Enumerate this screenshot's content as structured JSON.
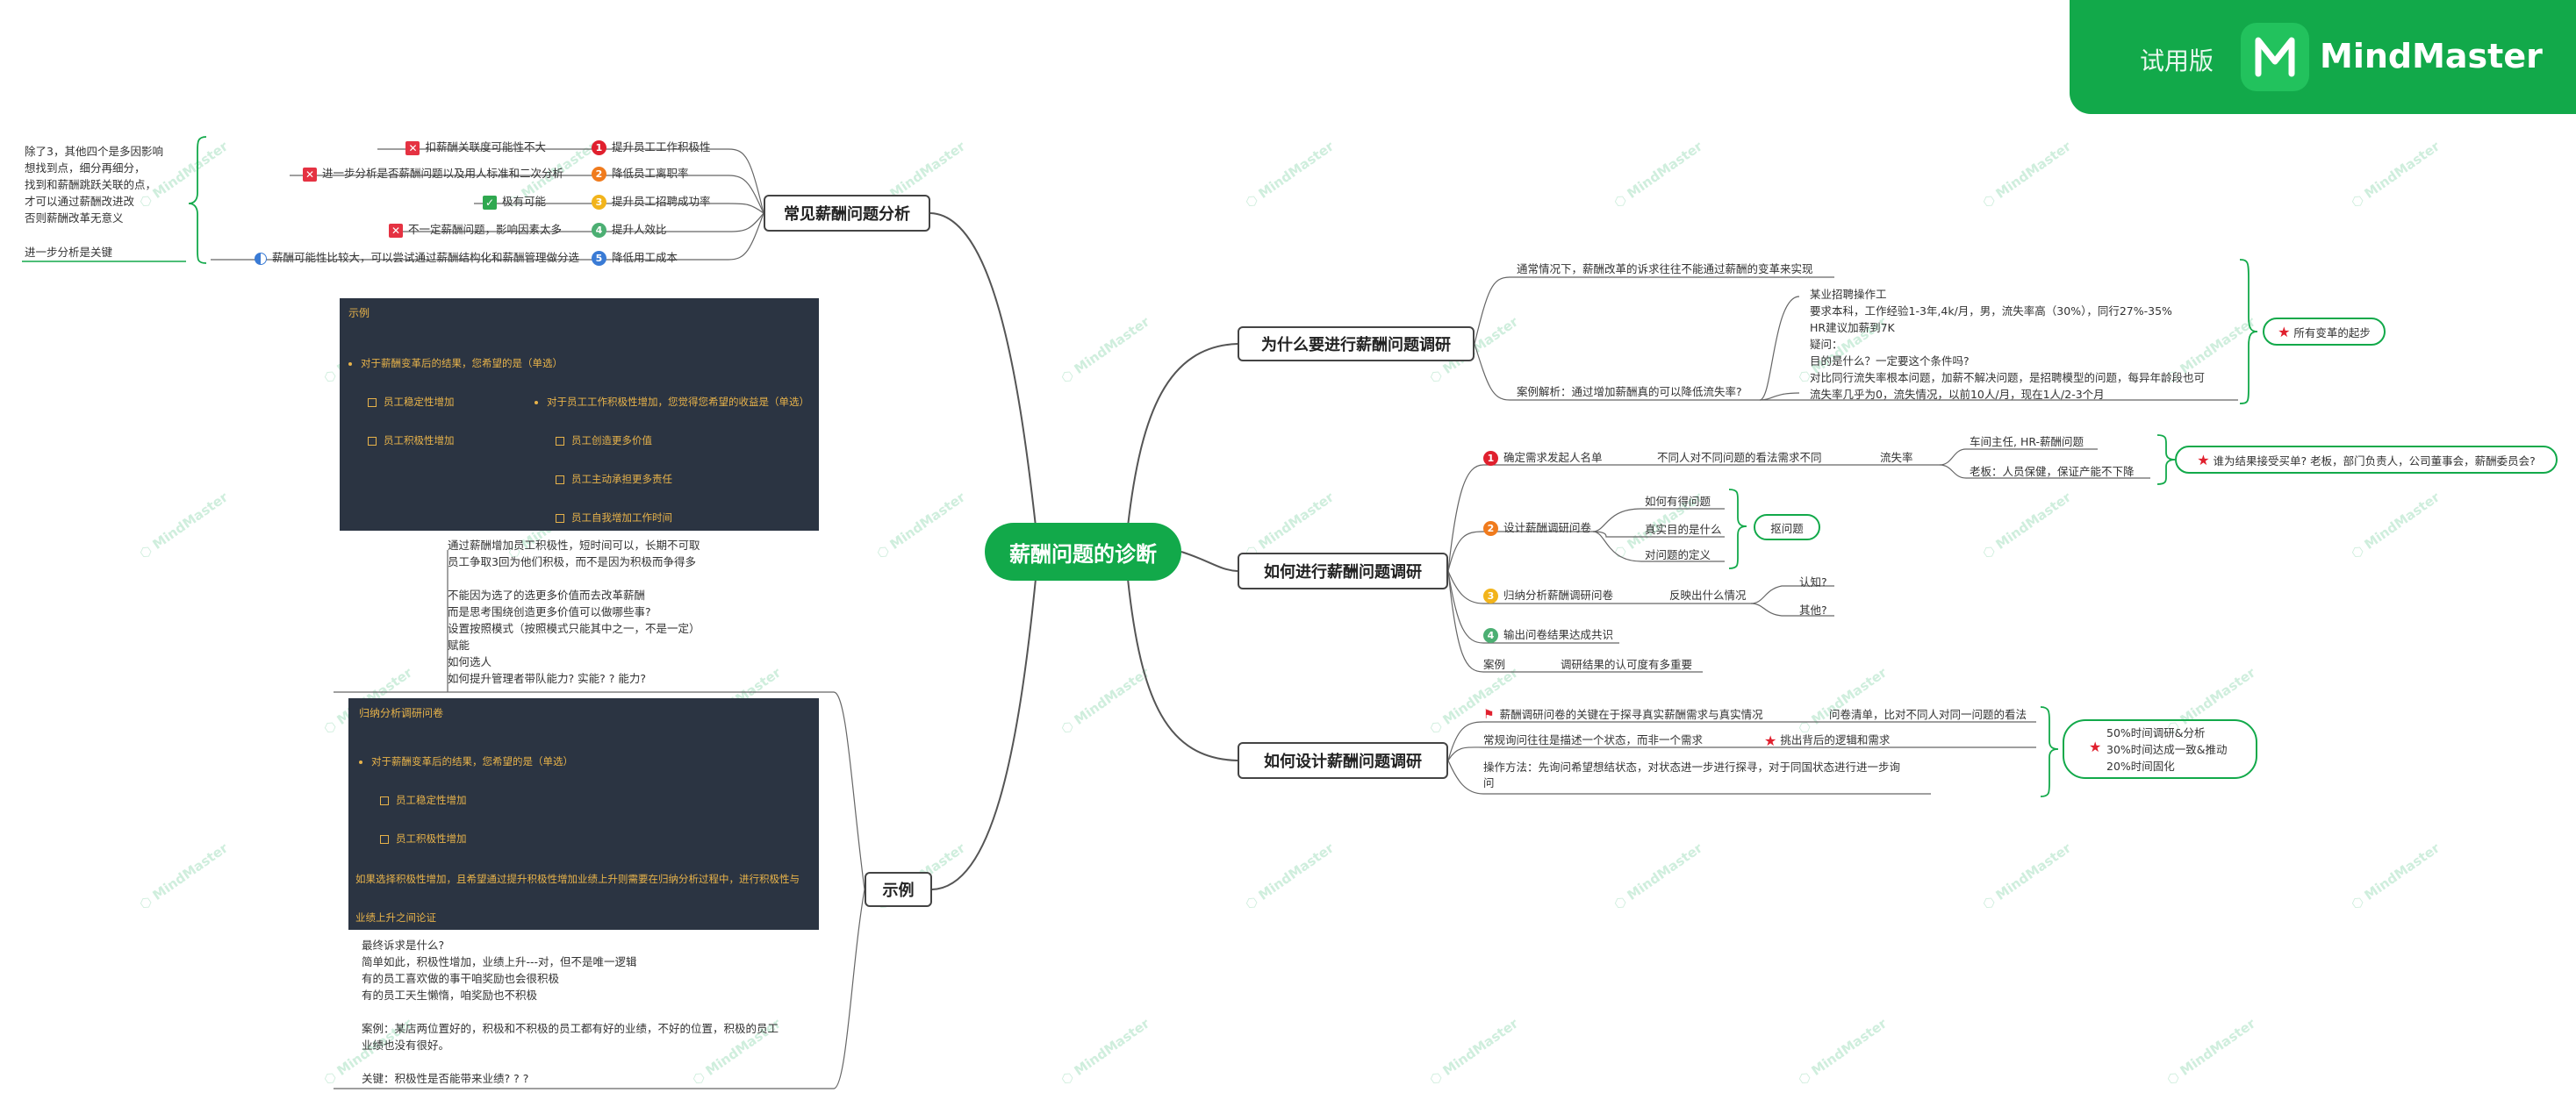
{
  "brand": {
    "trial": "试用版",
    "name": "MindMaster"
  },
  "watermark": "MindMaster",
  "root": "薪酬问题的诊断",
  "branches": {
    "common": {
      "title": "常见薪酬问题分析",
      "items": [
        {
          "num": "1",
          "color": "#e0202e",
          "label": "提升员工工作积极性",
          "note_type": "x",
          "note": "扣薪酬关联度可能性不大"
        },
        {
          "num": "2",
          "color": "#f07b1d",
          "label": "降低员工离职率",
          "note_type": "x",
          "note": "进一步分析是否薪酬问题以及用人标准和二次分析"
        },
        {
          "num": "3",
          "color": "#f2b41b",
          "label": "提升员工招聘成功率",
          "note_type": "v",
          "note": "极有可能"
        },
        {
          "num": "4",
          "color": "#4caf73",
          "label": "提升人效比",
          "note_type": "x",
          "note": "不一定薪酬问题，影响因素太多"
        },
        {
          "num": "5",
          "color": "#3a7bd5",
          "label": "降低用工成本",
          "note_type": "half",
          "note": "薪酬可能性比较大，可以尝试通过薪酬结构化和薪酬管理做分选"
        }
      ],
      "side_note": [
        "除了3，其他四个是多因影响",
        "想找到点，细分再细分，",
        "找到和薪酬跳跃关联的点，",
        "才可以通过薪酬改进改",
        "否则薪酬改革无意义"
      ],
      "side_note_bottom": "进一步分析是关键"
    },
    "why": {
      "title": "为什么要进行薪酬问题调研",
      "line1": "通常情况下，薪酬改革的诉求往往不能通过薪酬的变革来实现",
      "case_label": "案例解析：通过增加薪酬真的可以降低流失率?",
      "case_lines": [
        "某业招聘操作工",
        "要求本科，工作经验1-3年,4k/月，男，流失率高（30%），同行27%-35%",
        "HR建议加薪到7K",
        "疑问：",
        "目的是什么？一定要这个条件吗?",
        "对比同行流失率根本问题，加薪不解决问题，是招聘模型的问题，每异年龄段也可",
        "流失率几乎为0，流失情况，以前10人/月，现在1人/2-3个月"
      ],
      "star": "所有变革的起步"
    },
    "how": {
      "title": "如何进行薪酬问题调研",
      "step1": {
        "num": "1",
        "color": "#e0202e",
        "label": "确定需求发起人名单",
        "mid": "不同人对不同问题的看法需求不同",
        "tag": "流失率",
        "r1": "车间主任, HR-薪酬问题",
        "r2": "老板：人员保健，保证产能不下降"
      },
      "step2": {
        "num": "2",
        "color": "#f07b1d",
        "label": "设计薪酬调研问卷",
        "q1": "如何有得问题",
        "q2": "真实目的是什么",
        "q3": "对问题的定义",
        "pill": "抠问题"
      },
      "step3": {
        "num": "3",
        "color": "#f2b41b",
        "label": "归纳分析薪酬调研问卷",
        "mid": "反映出什么情况",
        "a1": "认知?",
        "a2": "其他?"
      },
      "step4": {
        "num": "4",
        "color": "#4caf73",
        "label": "输出问卷结果达成共识"
      },
      "case": {
        "label": "案例",
        "text": "调研结果的认可度有多重要"
      },
      "star": "谁为结果接受买单? 老板，部门负责人，公司董事会，薪酬委员会?"
    },
    "design": {
      "title": "如何设计薪酬问题调研",
      "line1": "薪酬调研问卷的关键在于探寻真实薪酬需求与真实情况",
      "line1_right": "问卷清单，比对不同人对同一问题的看法",
      "line2": "常规询问往往是描述一个状态，而非一个需求",
      "line2_right": "挑出背后的逻辑和需求",
      "line3": [
        "操作方法：先询问希望想结状态，对状态进一步进行探寻，对于同国状态进行进一步询",
        "问"
      ],
      "pill": [
        "50%时间调研&分析",
        "30%时间达成一致&推动",
        "20%时间固化"
      ]
    },
    "example": {
      "title": "示例",
      "panel1": {
        "title": "示例",
        "q1": "对于薪酬变革后的结果，您希望的是（单选）",
        "o1": "员工稳定性增加",
        "o2": "员工积极性增加",
        "q2": "对于员工工作积极性增加，您觉得您希望的收益是（单选）",
        "o3": "员工创造更多价值",
        "o4": "员工主动承担更多责任",
        "o5": "员工自我增加工作时间"
      },
      "text1": [
        "通过薪酬增加员工积极性，短时间可以，长期不可取",
        "员工争取3回为他们积极，而不是因为积极而争得多",
        "",
        "不能因为选了的选更多价值而去改革薪酬",
        "而是思考围绕创造更多价值可以做哪些事?",
        "设置按照模式（按照模式只能其中之一，不是一定）",
        "赋能",
        "如何选人",
        "如何提升管理者带队能力? 实能? ? 能力?"
      ],
      "panel2": {
        "title": "归纳分析调研问卷",
        "q1": "对于薪酬变革后的结果，您希望的是（单选）",
        "o1": "员工稳定性增加",
        "o2": "员工积极性增加",
        "foot1": "如果选择积极性增加，且希望通过提升积极性增加业绩上升则需要在归纳分析过程中，进行积极性与",
        "foot2": "业绩上升之间论证"
      },
      "text2": [
        "最终诉求是什么?",
        "简单如此，积极性增加，业绩上升---对，但不是唯一逻辑",
        "有的员工喜欢做的事干咱奖励也会很积极",
        "有的员工天生懒惰，咱奖励也不积极",
        "",
        "案例：某店两位置好的，积极和不积极的员工都有好的业绩，不好的位置，积极的员工",
        "业绩也没有很好。",
        "",
        "关键：积极性是否能带来业绩? ? ?"
      ]
    }
  }
}
